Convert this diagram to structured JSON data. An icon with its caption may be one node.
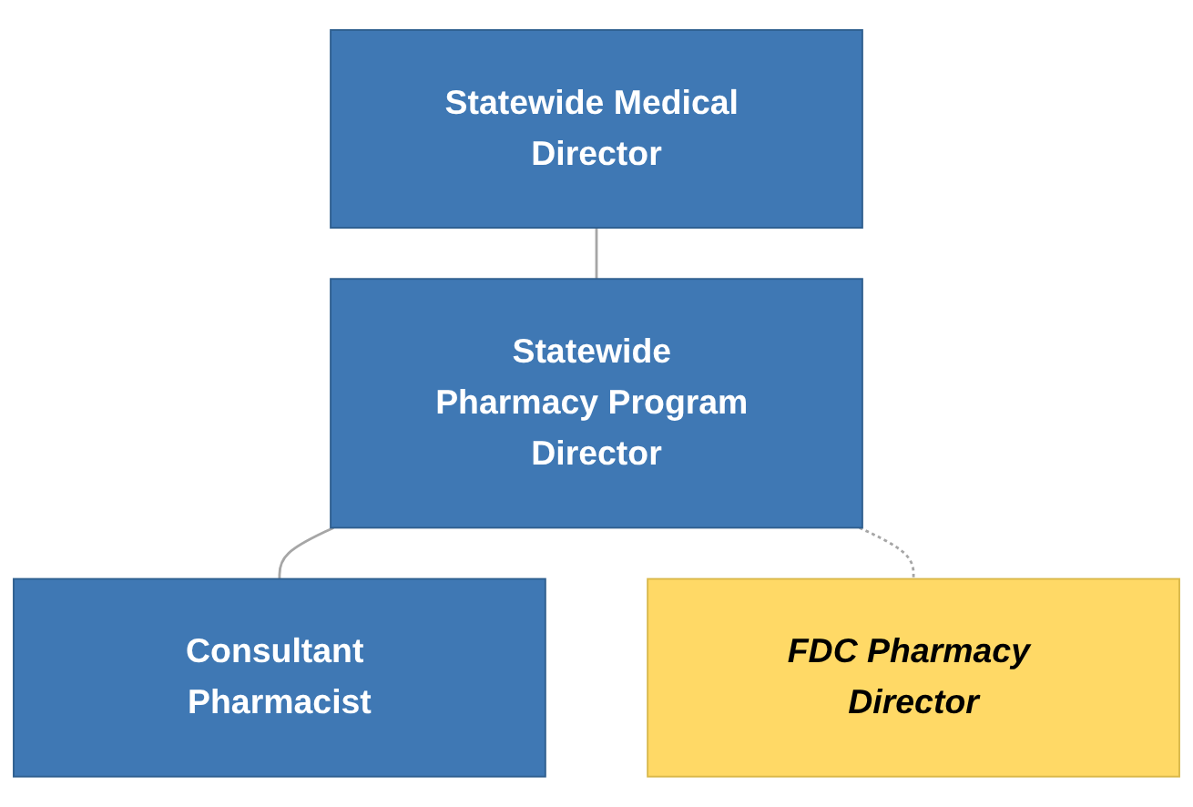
{
  "diagram": {
    "nodes": [
      {
        "text": [
          "Statewide Medical Director"
        ]
      },
      {
        "text": [
          "Statewide Pharmacy Program Director"
        ]
      },
      {
        "text": [
          "Consultant Pharmacist"
        ]
      },
      {
        "text": [
          "FDC Pharmacy Director"
        ]
      }
    ],
    "edges": [
      {
        "from": 0,
        "to": 1,
        "arrow": "none"
      },
      {
        "from": 1,
        "to": 2,
        "arrow": "none"
      },
      {
        "from": 1,
        "to": 3,
        "arrow": "none",
        "style": "dashed"
      }
    ]
  }
}
